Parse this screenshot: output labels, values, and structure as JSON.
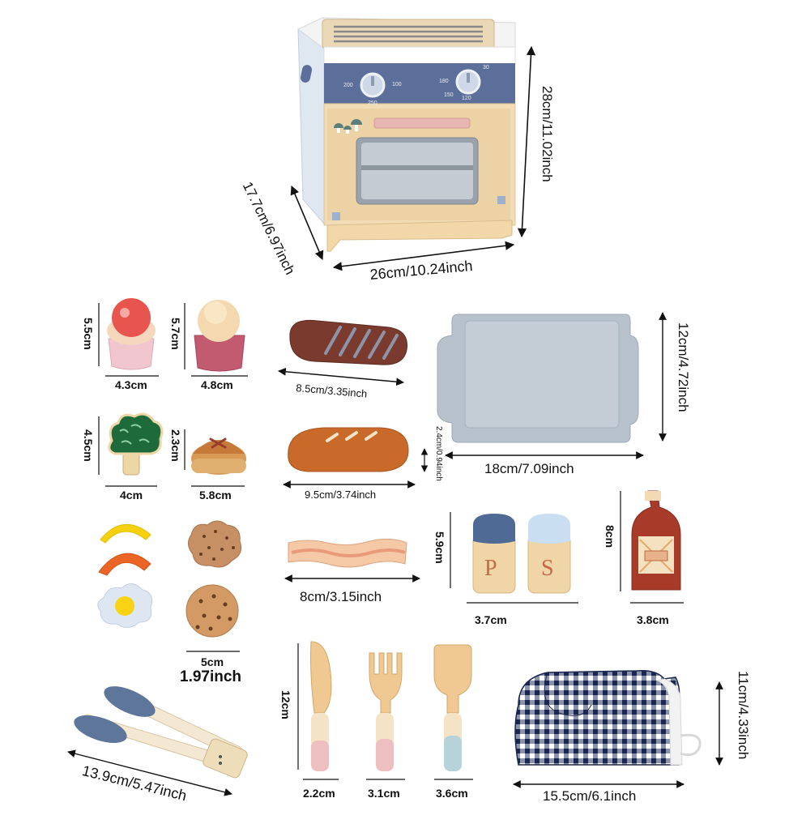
{
  "dimensions": {
    "oven_height": "28cm/11.02inch",
    "oven_depth": "17.7cm/6.97inch",
    "oven_width": "26cm/10.24inch",
    "cupcake1_height": "5.5cm",
    "cupcake1_width": "4.3cm",
    "cupcake2_height": "5.7cm",
    "cupcake2_width": "4.8cm",
    "steak_width": "8.5cm/3.35inch",
    "tray_height": "12cm/4.72inch",
    "tray_width": "18cm/7.09inch",
    "broccoli_height": "4.5cm",
    "broccoli_width": "4cm",
    "bun_height": "2.3cm",
    "bun_width": "5.8cm",
    "bread_width": "9.5cm/3.74inch",
    "bread_height": "2.4cm/0.94inch",
    "bacon_width": "8cm/3.15inch",
    "shaker_height": "5.9cm",
    "shaker_width": "3.7cm",
    "ketchup_height": "8cm",
    "ketchup_width": "3.8cm",
    "cookie_width": "5cm",
    "cookie_width_inch": "1.97inch",
    "utensil_height": "12cm",
    "knife_width": "2.2cm",
    "fork_width": "3.1cm",
    "spatula_width": "3.6cm",
    "tongs_length": "13.9cm/5.47inch",
    "mitt_width": "15.5cm/6.1inch",
    "mitt_height": "11cm/4.33inch"
  },
  "oven_knobs": {
    "left_scale": [
      "200",
      "100",
      "250"
    ],
    "right_scale": [
      "180",
      "30",
      "150",
      "120"
    ]
  },
  "shaker_letters": [
    "P",
    "S"
  ],
  "colors": {
    "oven_blue": "#5b6f9a",
    "wood": "#e9cf9f",
    "tray": "#b7c2cc",
    "mitt": "#2a3a68"
  }
}
